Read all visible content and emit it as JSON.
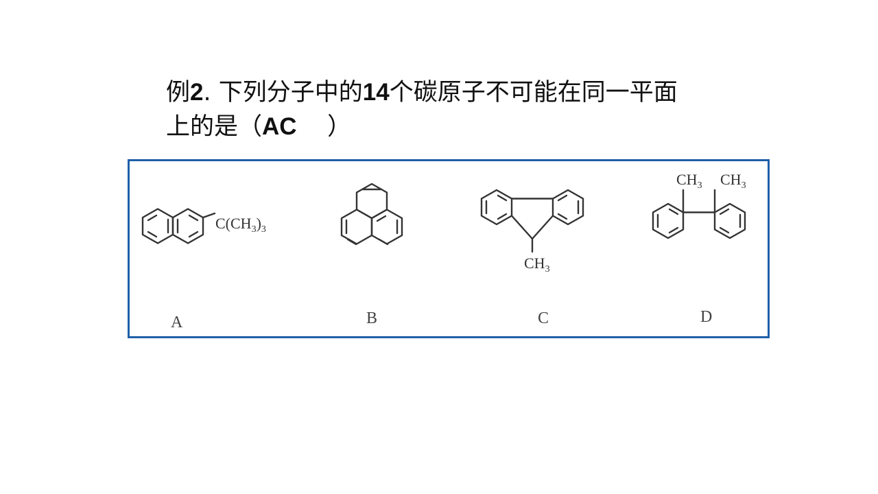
{
  "question": {
    "line1": {
      "prefix": "例",
      "number": "2",
      "sep": ".  ",
      "text_before": "下列分子中的",
      "count": "14",
      "text_after": "个碳原子不可能在同一平面"
    },
    "line2": {
      "text": "上的是（",
      "answer": "AC",
      "close": "    ）"
    }
  },
  "options": [
    {
      "label": "A",
      "substituent": "C(CH3)3",
      "sub_main": "C(CH",
      "sub_n": "3",
      "sub_close": ")",
      "sub_n2": "3"
    },
    {
      "label": "B"
    },
    {
      "label": "C",
      "substituent": "CH3",
      "sub_main": "CH",
      "sub_n": "3"
    },
    {
      "label": "D",
      "substituent_1": "CH3",
      "substituent_2": "CH3",
      "sub_main": "CH",
      "sub_n": "3"
    }
  ],
  "colors": {
    "border": "#1f5fa8",
    "text": "#111111"
  }
}
